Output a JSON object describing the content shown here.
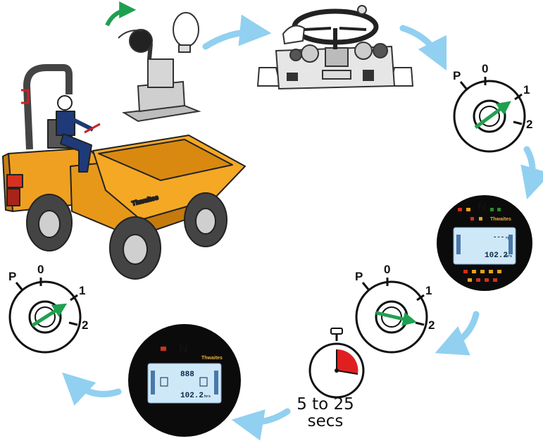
{
  "brand": "Thwaites",
  "ignition": {
    "positions": [
      "P",
      "0",
      "1",
      "2"
    ]
  },
  "display_large": {
    "indicator_top": "N",
    "readout_top": "---",
    "unit_top": "rpm",
    "readout_bottom": "102.2",
    "unit_bottom": "hrs"
  },
  "display_small": {
    "indicator_top": "N",
    "readout_top": "888",
    "readout_bottom": "102.2",
    "unit_bottom": "hrs"
  },
  "timer": {
    "line1": "5 to 25",
    "line2": "secs"
  },
  "colors": {
    "machine": "#f0a020",
    "arrow": "#7ec8ee",
    "needle": "#22a050",
    "timer_fill": "#e02020",
    "lcd": "#cfe8f8"
  },
  "icons": [
    "gear-lever-icon",
    "steering-wheel-icon",
    "ignition-key-icon",
    "instrument-display-icon",
    "stopwatch-icon",
    "dumper-icon",
    "operator-icon"
  ]
}
